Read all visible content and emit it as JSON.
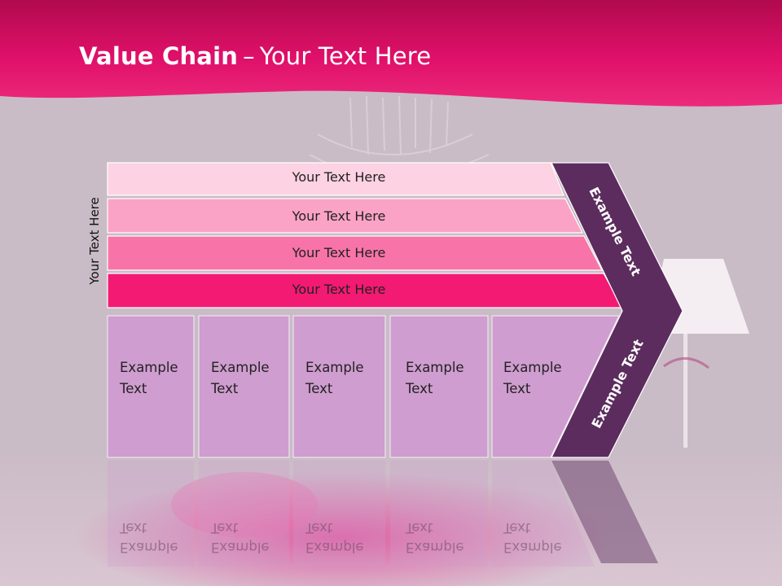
{
  "slide": {
    "title_bold": "Value Chain",
    "title_dash": "–",
    "title_rest": "Your Text Here",
    "side_label": "Your Text Here",
    "bands": [
      {
        "label": "Your Text Here",
        "color": "#fdd2e2"
      },
      {
        "label": "Your Text Here",
        "color": "#fba3c6"
      },
      {
        "label": "Your Text Here",
        "color": "#f874a8"
      },
      {
        "label": "Your Text Here",
        "color": "#f31a73"
      }
    ],
    "boxes": [
      {
        "line1": "Example",
        "line2": "Text"
      },
      {
        "line1": "Example",
        "line2": "Text"
      },
      {
        "line1": "Example",
        "line2": "Text"
      },
      {
        "line1": "Example",
        "line2": "Text"
      },
      {
        "line1": "Example",
        "line2": "Text"
      }
    ],
    "chevron_labels": [
      "Example Text",
      "Example Text"
    ],
    "colors": {
      "header": "#e5106c",
      "background": "#c9bcc6",
      "box_fill": "#cf9dcf",
      "chevron": "#5c2c5e"
    }
  }
}
